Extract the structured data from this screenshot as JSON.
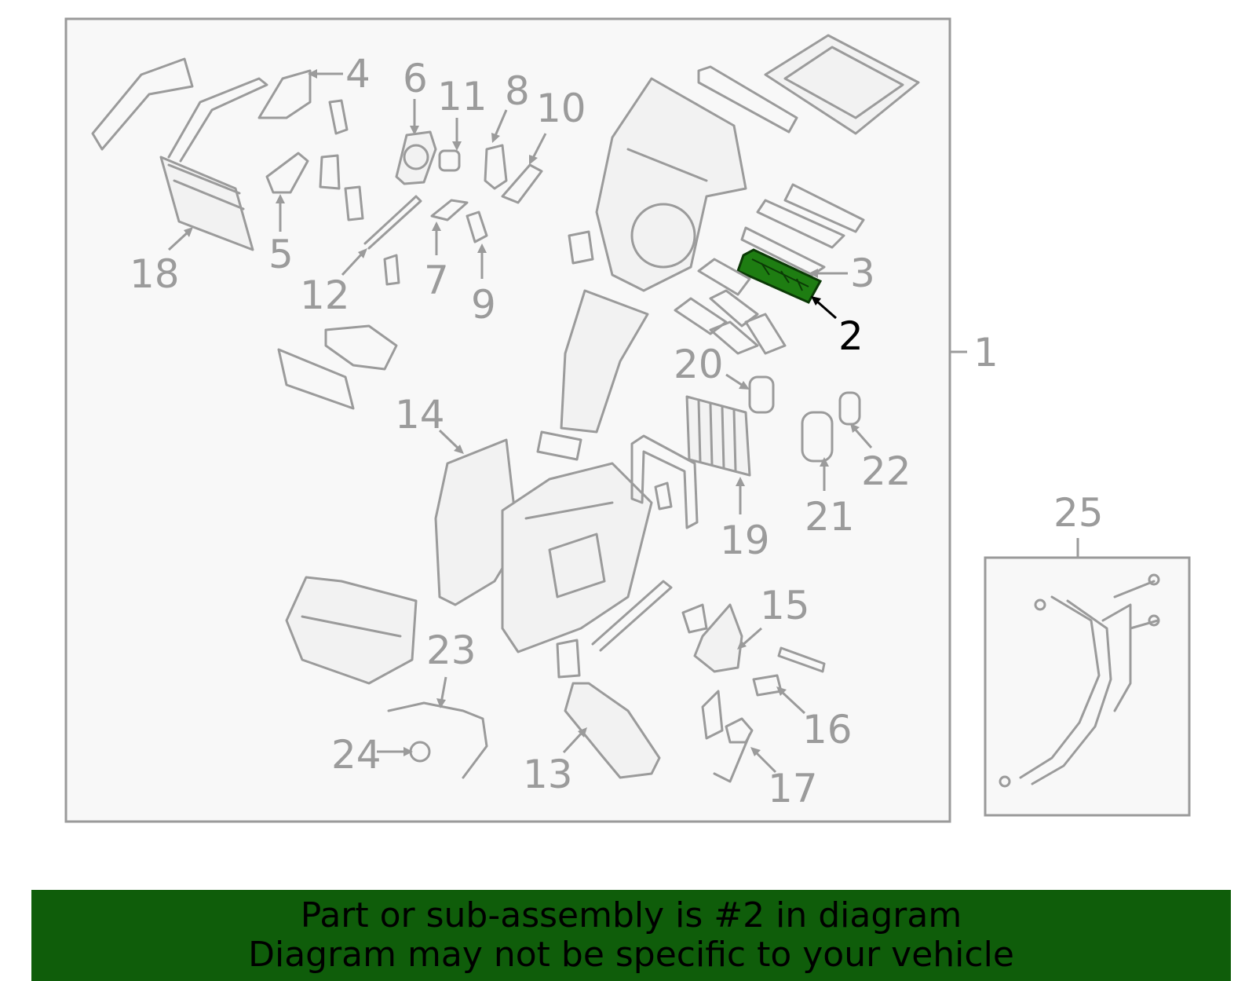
{
  "diagram": {
    "highlight_color": "#1e7d12",
    "callouts": [
      "1",
      "2",
      "3",
      "4",
      "5",
      "6",
      "7",
      "8",
      "9",
      "10",
      "11",
      "12",
      "13",
      "14",
      "15",
      "16",
      "17",
      "18",
      "19",
      "20",
      "21",
      "22",
      "23",
      "24",
      "25"
    ],
    "highlighted_part": "2"
  },
  "banner": {
    "background": "#0f5d0a",
    "line1": "Part or sub-assembly is #2 in diagram",
    "line2": "Diagram may not be specific to your vehicle"
  }
}
